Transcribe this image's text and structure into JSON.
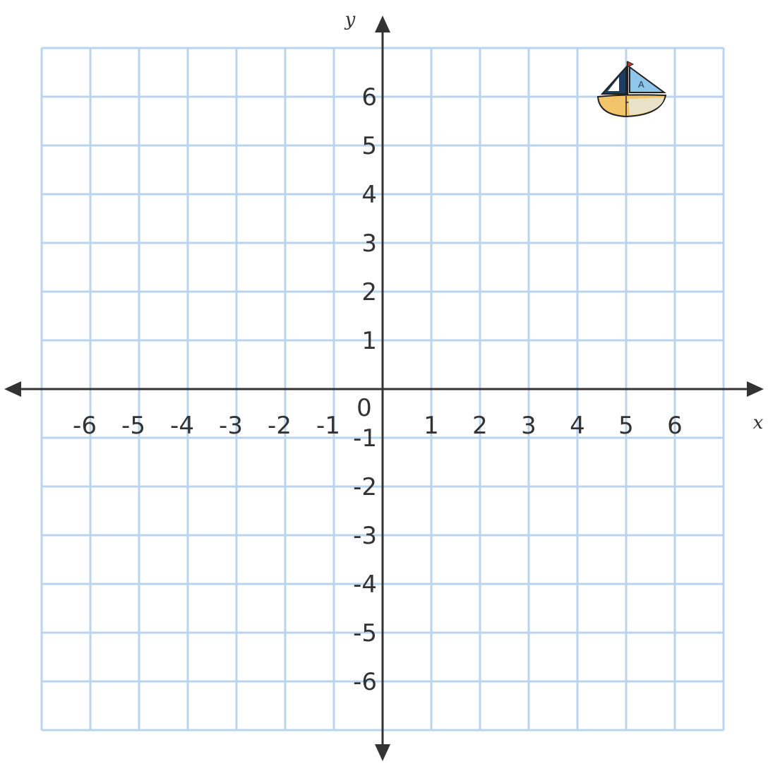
{
  "chart_data": {
    "type": "scatter",
    "xlim": [
      -7,
      7
    ],
    "ylim": [
      -7,
      7
    ],
    "grid": true,
    "xlabel": "x",
    "ylabel": "y",
    "origin_label": "0",
    "x_ticks": [
      {
        "value": -6,
        "label": "-6"
      },
      {
        "value": -5,
        "label": "-5"
      },
      {
        "value": -4,
        "label": "-4"
      },
      {
        "value": -3,
        "label": "-3"
      },
      {
        "value": -2,
        "label": "-2"
      },
      {
        "value": -1,
        "label": "-1"
      },
      {
        "value": 1,
        "label": "1"
      },
      {
        "value": 2,
        "label": "2"
      },
      {
        "value": 3,
        "label": "3"
      },
      {
        "value": 4,
        "label": "4"
      },
      {
        "value": 5,
        "label": "5"
      },
      {
        "value": 6,
        "label": "6"
      }
    ],
    "y_ticks": [
      {
        "value": 6,
        "label": "6"
      },
      {
        "value": 5,
        "label": "5"
      },
      {
        "value": 4,
        "label": "4"
      },
      {
        "value": 3,
        "label": "3"
      },
      {
        "value": 2,
        "label": "2"
      },
      {
        "value": 1,
        "label": "1"
      },
      {
        "value": -1,
        "label": "-1"
      },
      {
        "value": -2,
        "label": "-2"
      },
      {
        "value": -3,
        "label": "-3"
      },
      {
        "value": -4,
        "label": "-4"
      },
      {
        "value": -5,
        "label": "-5"
      },
      {
        "value": -6,
        "label": "-6"
      }
    ],
    "points": [
      {
        "x": 5,
        "y": 6,
        "label": "A",
        "icon": "sailboat-icon"
      }
    ],
    "colors": {
      "grid": "#b9d4ec",
      "axis": "#333333",
      "hull": "#f3c56b",
      "sail_light": "#8fc6ea",
      "sail_dark": "#1d3c63"
    }
  }
}
